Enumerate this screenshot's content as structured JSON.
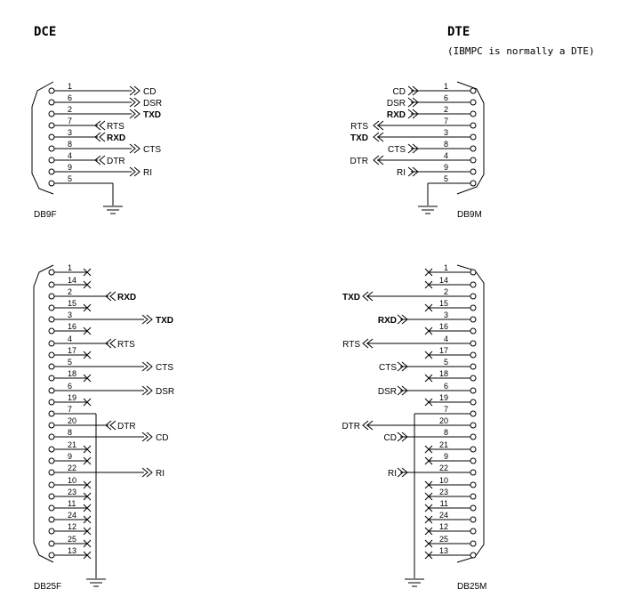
{
  "headings": {
    "dce": "DCE",
    "dte": "DTE",
    "dte_note": "(IBMPC is normally a DTE)"
  },
  "connectors": {
    "db9f": {
      "label": "DB9F",
      "pins": [
        "1",
        "6",
        "2",
        "7",
        "3",
        "8",
        "4",
        "9",
        "5"
      ]
    },
    "db9m": {
      "label": "DB9M",
      "pins": [
        "1",
        "6",
        "2",
        "7",
        "3",
        "8",
        "4",
        "9",
        "5"
      ]
    },
    "db25f": {
      "label": "DB25F",
      "pins": [
        "1",
        "14",
        "2",
        "15",
        "3",
        "16",
        "4",
        "17",
        "5",
        "18",
        "6",
        "19",
        "7",
        "20",
        "8",
        "21",
        "9",
        "22",
        "10",
        "23",
        "11",
        "24",
        "12",
        "25",
        "13"
      ]
    },
    "db25m": {
      "label": "DB25M",
      "pins": [
        "1",
        "14",
        "2",
        "15",
        "3",
        "16",
        "4",
        "17",
        "5",
        "18",
        "6",
        "19",
        "7",
        "20",
        "8",
        "21",
        "9",
        "22",
        "10",
        "23",
        "11",
        "24",
        "12",
        "25",
        "13"
      ]
    }
  },
  "signals": {
    "db9f": [
      {
        "pin": "1",
        "name": "CD",
        "dir": "out",
        "bold": false
      },
      {
        "pin": "6",
        "name": "DSR",
        "dir": "out",
        "bold": false
      },
      {
        "pin": "2",
        "name": "TXD",
        "dir": "out",
        "bold": true
      },
      {
        "pin": "7",
        "name": "RTS",
        "dir": "in",
        "bold": false
      },
      {
        "pin": "3",
        "name": "RXD",
        "dir": "in",
        "bold": true
      },
      {
        "pin": "8",
        "name": "CTS",
        "dir": "out",
        "bold": false
      },
      {
        "pin": "4",
        "name": "DTR",
        "dir": "in",
        "bold": false
      },
      {
        "pin": "9",
        "name": "RI",
        "dir": "out",
        "bold": false
      }
    ],
    "db9m": [
      {
        "pin": "1",
        "name": "CD",
        "dir": "in",
        "bold": false
      },
      {
        "pin": "6",
        "name": "DSR",
        "dir": "in",
        "bold": false
      },
      {
        "pin": "2",
        "name": "RXD",
        "dir": "in",
        "bold": true
      },
      {
        "pin": "7",
        "name": "RTS",
        "dir": "out",
        "bold": false
      },
      {
        "pin": "3",
        "name": "TXD",
        "dir": "out",
        "bold": true
      },
      {
        "pin": "8",
        "name": "CTS",
        "dir": "in",
        "bold": false
      },
      {
        "pin": "4",
        "name": "DTR",
        "dir": "out",
        "bold": false
      },
      {
        "pin": "9",
        "name": "RI",
        "dir": "in",
        "bold": false
      }
    ],
    "db25f": [
      {
        "pin": "2",
        "name": "RXD",
        "dir": "in",
        "bold": true
      },
      {
        "pin": "3",
        "name": "TXD",
        "dir": "out",
        "bold": true
      },
      {
        "pin": "4",
        "name": "RTS",
        "dir": "in",
        "bold": false
      },
      {
        "pin": "5",
        "name": "CTS",
        "dir": "out",
        "bold": false
      },
      {
        "pin": "6",
        "name": "DSR",
        "dir": "out",
        "bold": false
      },
      {
        "pin": "20",
        "name": "DTR",
        "dir": "in",
        "bold": false
      },
      {
        "pin": "8",
        "name": "CD",
        "dir": "out",
        "bold": false
      },
      {
        "pin": "22",
        "name": "RI",
        "dir": "out",
        "bold": false
      }
    ],
    "db25m": [
      {
        "pin": "2",
        "name": "TXD",
        "dir": "out",
        "bold": true
      },
      {
        "pin": "3",
        "name": "RXD",
        "dir": "in",
        "bold": true
      },
      {
        "pin": "4",
        "name": "RTS",
        "dir": "out",
        "bold": false
      },
      {
        "pin": "5",
        "name": "CTS",
        "dir": "in",
        "bold": false
      },
      {
        "pin": "6",
        "name": "DSR",
        "dir": "in",
        "bold": false
      },
      {
        "pin": "20",
        "name": "DTR",
        "dir": "out",
        "bold": false
      },
      {
        "pin": "8",
        "name": "CD",
        "dir": "in",
        "bold": false
      },
      {
        "pin": "22",
        "name": "RI",
        "dir": "in",
        "bold": false
      }
    ]
  },
  "ground_pins": {
    "db9f": "5",
    "db9m": "5",
    "db25f": "7",
    "db25m": "7"
  }
}
